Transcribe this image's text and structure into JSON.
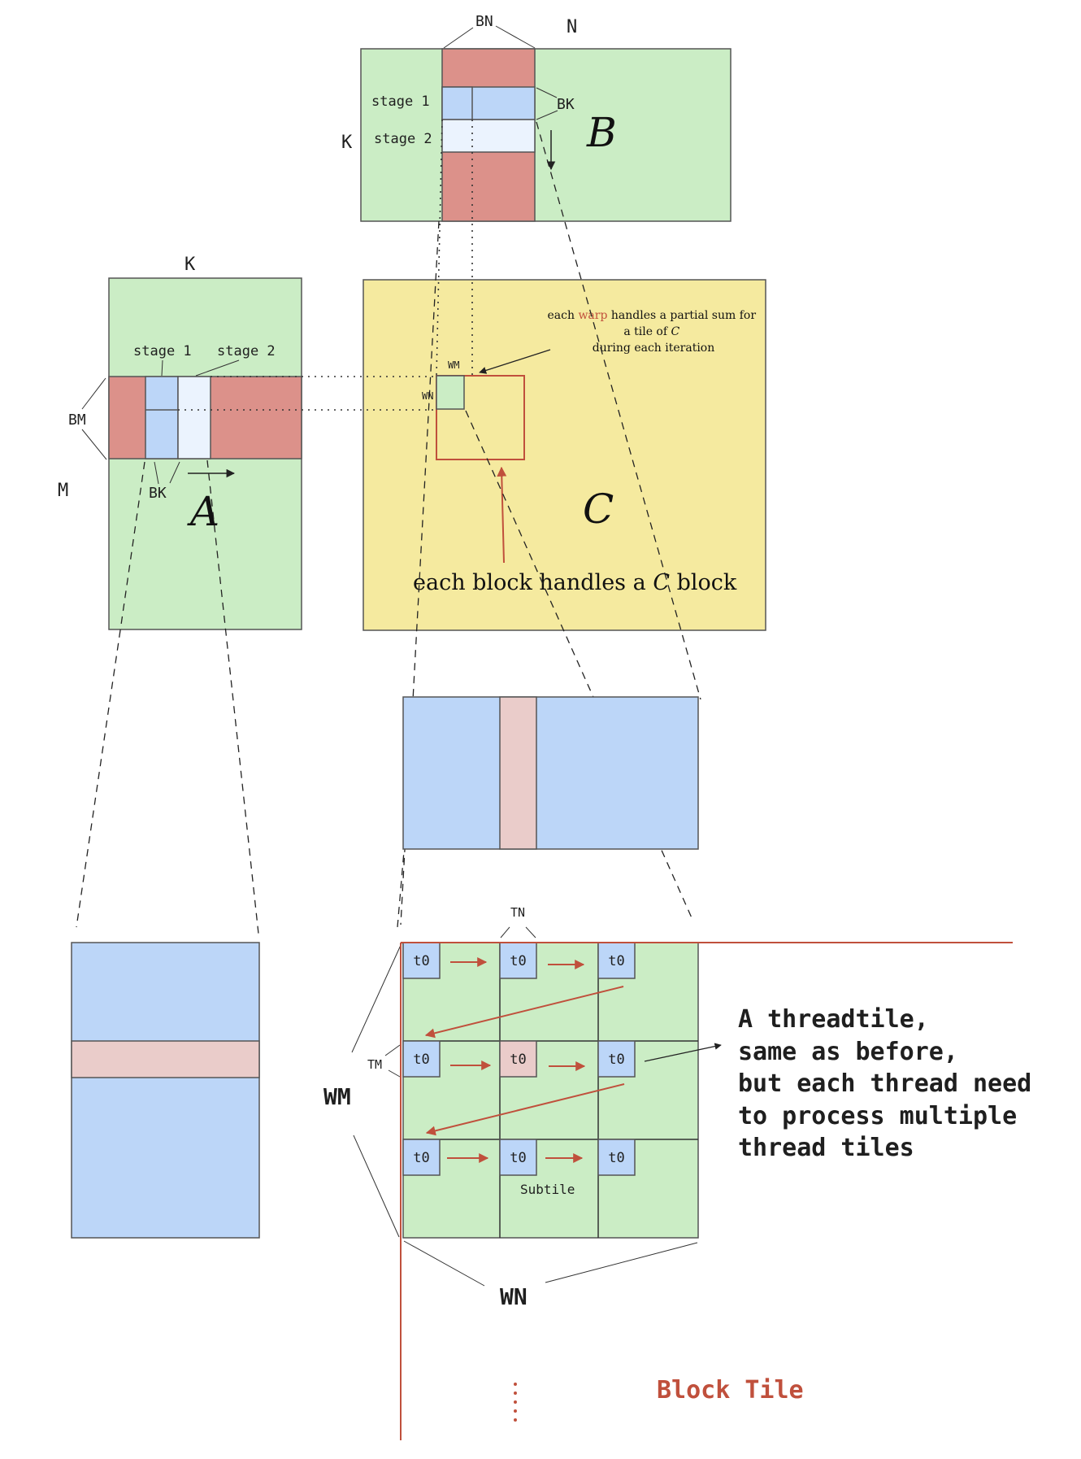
{
  "colors": {
    "matrix_green": "#cbedc5",
    "block_red": "#dc918a",
    "stage1_blue": "#bcd6f8",
    "stage2_light": "#ebf3fe",
    "c_yellow": "#f5ea9f",
    "pink": "#eaccca",
    "accent_red": "#c0503c"
  },
  "matrix_b": {
    "name": "B",
    "dim_n": "N",
    "dim_k": "K",
    "block_label": "BN",
    "bk_label": "BK",
    "stage1": "stage 1",
    "stage2": "stage 2"
  },
  "matrix_a": {
    "name": "A",
    "dim_k": "K",
    "dim_m": "M",
    "block_label": "BM",
    "bk_label": "BK",
    "stage1": "stage 1",
    "stage2": "stage 2"
  },
  "matrix_c": {
    "name": "C",
    "wm_label": "WM",
    "wn_label": "WN",
    "warp_note": {
      "line1_pre": "each ",
      "line1_highlight": "warp",
      "line1_post": " handles a partial sum for",
      "line2_pre": "a tile of ",
      "line2_math": "C",
      "line3": "during each iteration"
    },
    "block_note": {
      "pre": "each block handles a ",
      "math": "C",
      "post": " block"
    }
  },
  "warp_tile": {
    "tn_label": "TN",
    "tm_label": "TM",
    "wm_label": "WM",
    "wn_label": "WN",
    "subtile_label": "Subtile",
    "thread_label": "t0",
    "grid": {
      "rows": 3,
      "cols": 3,
      "highlight": [
        1,
        1
      ]
    },
    "note_lines": [
      "A threadtile,",
      "same as before,",
      "but each thread need",
      "to process multiple",
      "thread tiles"
    ],
    "block_tile_label": "Block Tile",
    "ellipsis": "⋮"
  }
}
